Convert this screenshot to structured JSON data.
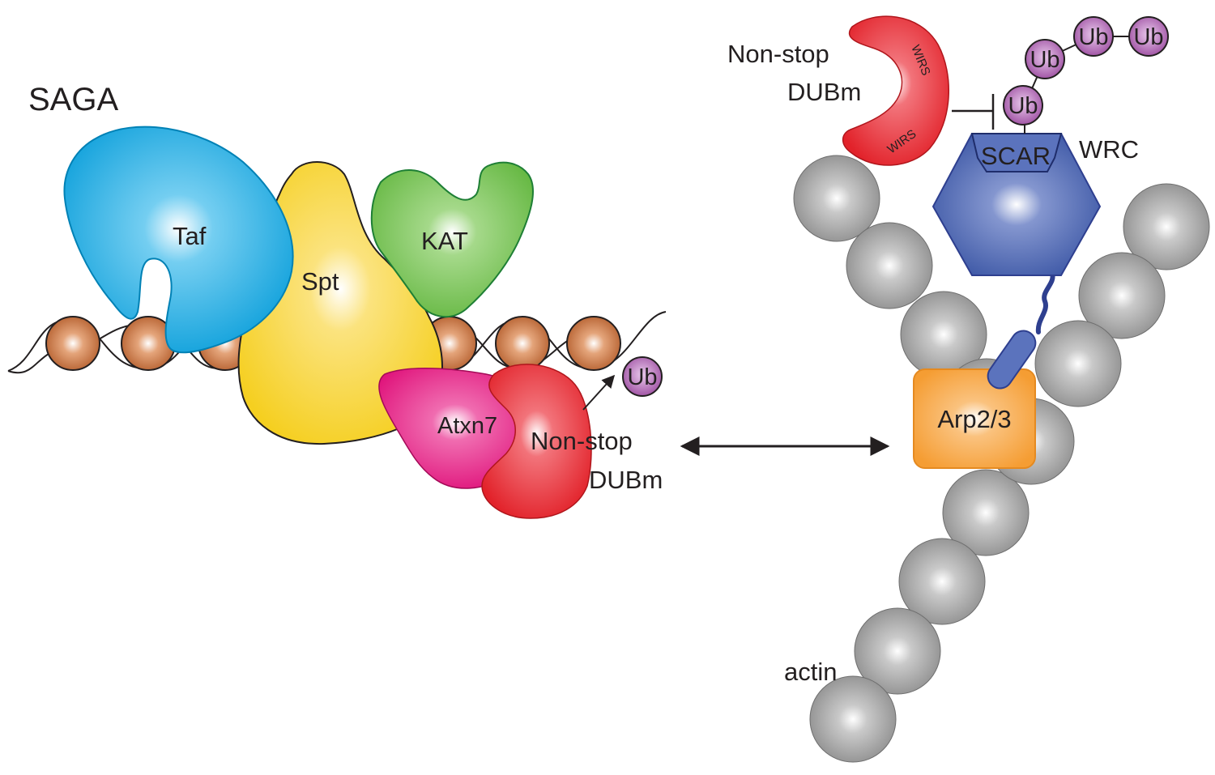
{
  "saga": {
    "title": "SAGA",
    "taf": "Taf",
    "spt": "Spt",
    "kat": "KAT",
    "atxn7": "Atxn7",
    "nonstop_line1": "Non-stop",
    "nonstop_line2": "DUBm",
    "ub": "Ub"
  },
  "wrc": {
    "nonstop_line1": "Non-stop",
    "nonstop_line2": "DUBm",
    "wirs_top": "WIRS",
    "wirs_bottom": "WIRS",
    "ub_chain": [
      "Ub",
      "Ub",
      "Ub",
      "Ub"
    ],
    "scar": "SCAR",
    "wrc_label": "WRC",
    "arp": "Arp2/3",
    "actin": "actin"
  },
  "colors": {
    "taf": "#0ea5df",
    "spt": "#f6d32d",
    "kat": "#6cbd45",
    "atxn7": "#e5167e",
    "nonstop": "#e3242b",
    "ub": "#9b4b9f",
    "scar": "#3a55a4",
    "arp": "#f6a03a",
    "actin": "#9a9a9a",
    "nucleosome": "#b8643a"
  }
}
